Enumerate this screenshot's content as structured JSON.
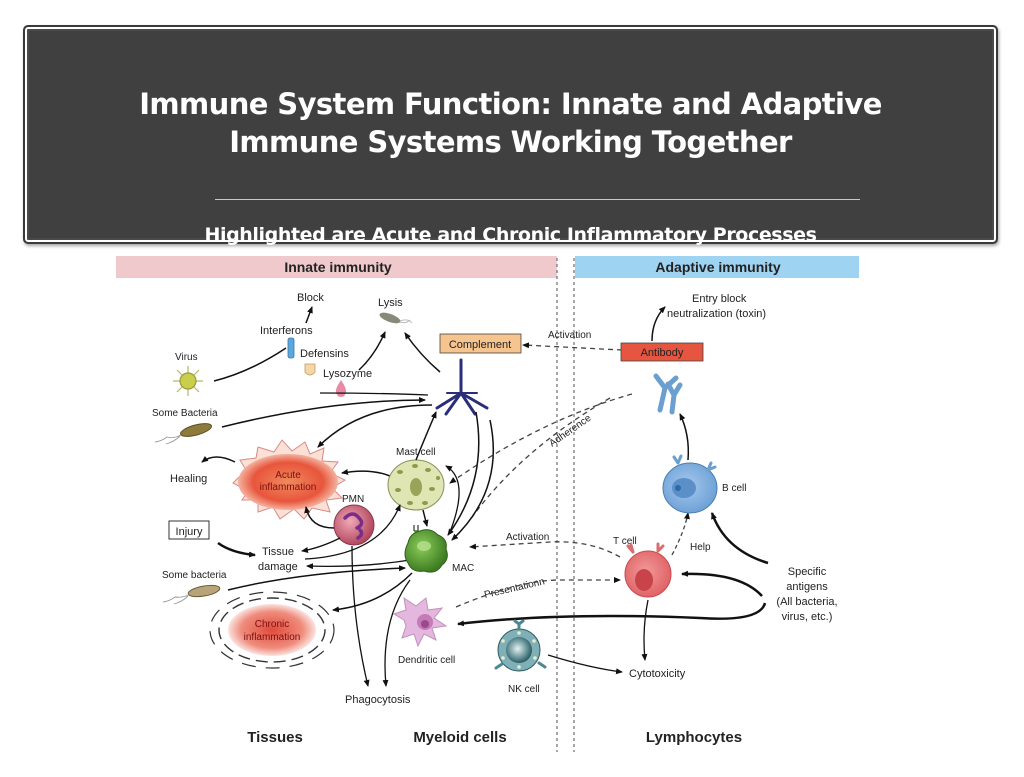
{
  "slide": {
    "title_lines": [
      "Immune System Function: Innate and Adaptive",
      "Immune Systems Working Together"
    ],
    "subtitle": "Highlighted are Acute and Chronic  Inflammatory Processes"
  },
  "diagram": {
    "sections": {
      "innate": {
        "label": "Innate immunity",
        "color": "#efc9cc"
      },
      "adaptive": {
        "label": "Adaptive immunity",
        "color": "#9fd3f2"
      }
    },
    "columns": [
      "Tissues",
      "Myeloid cells",
      "Lymphocytes"
    ],
    "labels": {
      "block": "Block",
      "lysis": "Lysis",
      "interferons": "Interferons",
      "defensins": "Defensins",
      "lysozyme": "Lysozyme",
      "virus": "Virus",
      "some_bacteria_top": "Some Bacteria",
      "complement": "Complement",
      "activation_top": "Activation",
      "antibody": "Antibody",
      "entry_block": "Entry block",
      "neutralization": "neutralization (toxin)",
      "adherence": "Adherence",
      "healing": "Healing",
      "acute_1": "Acute",
      "acute_2": "inflammation",
      "mast_cell": "Mast cell",
      "pmn": "PMN",
      "injury": "Injury",
      "tissue": "Tissue",
      "damage": "damage",
      "mac": "MAC",
      "activation_mid": "Activation",
      "t_cell": "T cell",
      "help": "Help",
      "b_cell": "B cell",
      "specific_1": "Specific",
      "specific_2": "antigens",
      "specific_3": "(All bacteria,",
      "specific_4": "virus, etc.)",
      "some_bacteria_bottom": "Some bacteria",
      "presentation": "Presentationn",
      "chronic_1": "Chronic",
      "chronic_2": "inflammation",
      "dendritic_cell": "Dendritic cell",
      "nk_cell": "NK cell",
      "cytotoxicity": "Cytotoxicity",
      "phagocytosis": "Phagocytosis"
    },
    "colors": {
      "complement_box": "#f6c48e",
      "antibody_box": "#e5553f",
      "acute": "#e8553c",
      "chronic": "#e9654f",
      "mast": "#dfe6b4",
      "pmn": "#c75a74",
      "mac": "#58a037",
      "dendritic": "#e4b7de",
      "nk": "#6ba2ac",
      "b_cell": "#85b4e2",
      "t_cell": "#e97171",
      "antibody_shape": "#6b9fd0",
      "mac_complex": "#2a2e7a"
    }
  }
}
